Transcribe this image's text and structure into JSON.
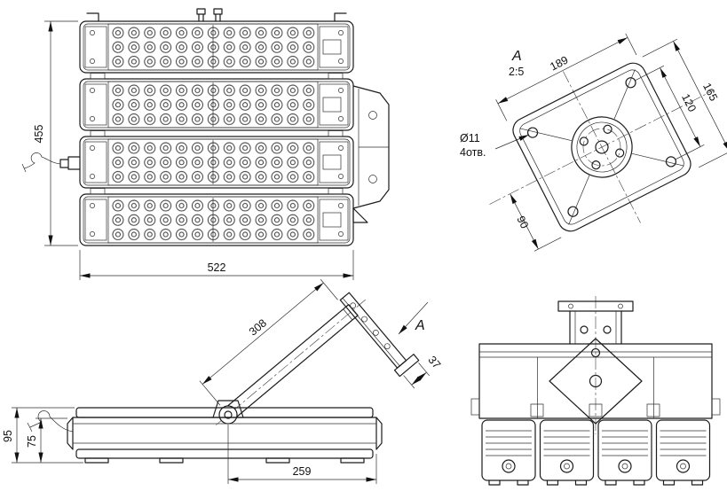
{
  "drawing": {
    "front_view": {
      "dim_height": "455",
      "dim_width": "522"
    },
    "detail_view": {
      "view_label": "A",
      "view_scale": "2:5",
      "dim_width_overall": "189",
      "dim_pitch_vertical": "120",
      "dim_height_overall": "165",
      "dim_pitch_horizontal": "90",
      "holes_note_diameter": "Ø11",
      "holes_note_count": "4отв."
    },
    "side_view": {
      "dim_arm_length": "308",
      "dim_plate_offset": "37",
      "dim_pivot_to_end": "259",
      "dim_total_height": "95",
      "dim_body_height": "75",
      "view_arrow_label": "A"
    },
    "line_color": "#1c1c1c"
  }
}
